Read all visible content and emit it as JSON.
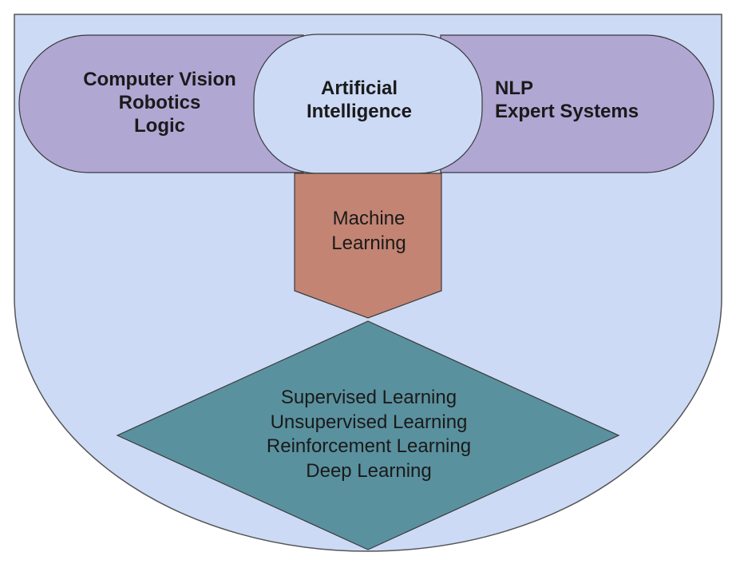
{
  "colors": {
    "outer_fill": "#ccdaf5",
    "outer_stroke": "#555555",
    "side_fill": "#b1a7d3",
    "center_fill": "#ccdaf5",
    "ml_fill": "#c38473",
    "diamond_fill": "#5a919e",
    "stroke": "#3a3a3a"
  },
  "left_group": {
    "items": [
      "Computer Vision",
      "Robotics",
      "Logic"
    ]
  },
  "center": {
    "lines": [
      "Artificial",
      "Intelligence"
    ]
  },
  "right_group": {
    "items": [
      "NLP",
      "Expert Systems"
    ]
  },
  "machine_learning": {
    "lines": [
      "Machine",
      "Learning"
    ]
  },
  "ml_types": {
    "items": [
      "Supervised Learning",
      "Unsupervised Learning",
      "Reinforcement Learning",
      "Deep Learning"
    ]
  }
}
